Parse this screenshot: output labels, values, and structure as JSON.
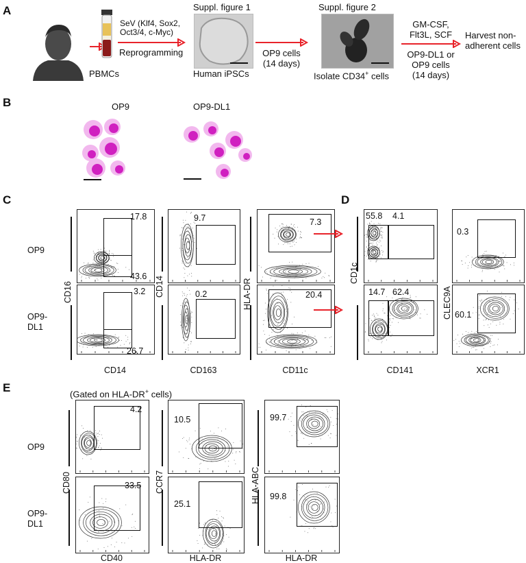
{
  "panels": {
    "a": "A",
    "b": "B",
    "c": "C",
    "d": "D",
    "e": "E"
  },
  "panelA": {
    "step1_label": "PBMCs",
    "arrow1_top": "SeV (Klf4, Sox2, Oct3/4, c-Myc)",
    "arrow1_top_lines": [
      "SeV (Klf4, Sox2,",
      "Oct3/4, c-Myc)"
    ],
    "arrow1_bottom": "Reprogramming",
    "suppl1": "Suppl. figure 1",
    "step2_label": "Human iPSCs",
    "arrow2_bottom_lines": [
      "OP9 cells",
      "(14 days)"
    ],
    "suppl2": "Suppl. figure 2",
    "step3_label": "Isolate CD34+ cells",
    "step3_label_main": "Isolate CD34",
    "step3_label_sup": "+",
    "step3_label_end": " cells",
    "arrow3_top_lines": [
      "GM-CSF,",
      "Flt3L, SCF"
    ],
    "arrow3_bottom_lines": [
      "OP9-DL1 or",
      "OP9 cells",
      "(14 days)"
    ],
    "final_lines": [
      "Harvest non-",
      "adherent cells"
    ]
  },
  "panelB": {
    "left_title": "OP9",
    "right_title": "OP9-DL1"
  },
  "panelC": {
    "row_labels": [
      "OP9",
      "OP9-DL1"
    ],
    "row2_lines": [
      "OP9-",
      "DL1"
    ],
    "plot1": {
      "ylabel": "CD16",
      "xlabel": "CD14",
      "top_values": [
        "17.8",
        "43.6"
      ],
      "bottom_values": [
        "3.2",
        "26.7"
      ]
    },
    "plot2": {
      "ylabel": "CD14",
      "xlabel": "CD163",
      "top_values": [
        "9.7"
      ],
      "bottom_values": [
        "0.2"
      ]
    },
    "plot3": {
      "ylabel": "HLA-DR",
      "xlabel": "CD11c",
      "top_values": [
        "7.3"
      ],
      "bottom_values": [
        "20.4"
      ]
    }
  },
  "panelD": {
    "plot1": {
      "ylabel": "CD1c",
      "xlabel": "CD141",
      "top_values": [
        "55.8",
        "4.1"
      ],
      "bottom_values": [
        "14.7",
        "62.4"
      ]
    },
    "plot2": {
      "ylabel": "CLEC9A",
      "xlabel": "XCR1",
      "top_values": [
        "0.3"
      ],
      "bottom_values": [
        "60.1"
      ]
    }
  },
  "panelE": {
    "gating_note": "(Gated on HLA-DR+ cells)",
    "gating_main": "(Gated on HLA-DR",
    "gating_sup": "+",
    "gating_end": " cells)",
    "row_labels": [
      "OP9",
      "OP9-DL1"
    ],
    "row2_lines": [
      "OP9-",
      "DL1"
    ],
    "plot1": {
      "ylabel": "CD80",
      "xlabel": "CD40",
      "top_values": [
        "4.2"
      ],
      "bottom_values": [
        "33.5"
      ]
    },
    "plot2": {
      "ylabel": "CCR7",
      "xlabel": "HLA-DR",
      "top_values": [
        "10.5"
      ],
      "bottom_values": [
        "25.1"
      ]
    },
    "plot3": {
      "ylabel": "HLA-ABC",
      "xlabel": "HLA-DR",
      "top_values": [
        "99.7"
      ],
      "bottom_values": [
        "99.8"
      ]
    }
  },
  "colors": {
    "arrow": "#e8232a",
    "stain": "#e040d0",
    "contour": "#333333"
  }
}
